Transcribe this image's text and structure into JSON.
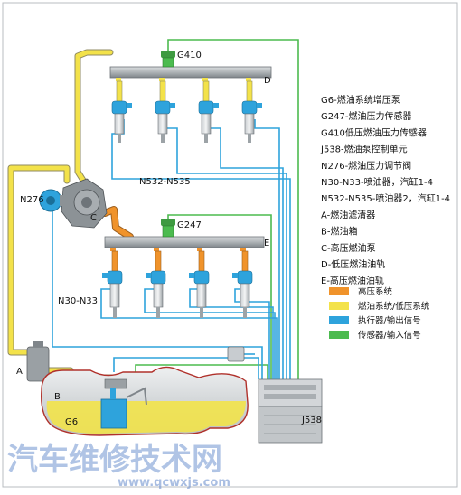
{
  "labels": {
    "G410": "G410",
    "G247": "G247",
    "N276": "N276",
    "N532_N535": "N532-N535",
    "N30_N33": "N30-N33",
    "A": "A",
    "B": "B",
    "C": "C",
    "D": "D",
    "E": "E",
    "G6": "G6",
    "J538": "J538"
  },
  "component_list": [
    "G6-燃油系统增压泵",
    "G247-燃油压力传感器",
    "G410低压燃油压力传感器",
    "J538-燃油泵控制单元",
    "N276-燃油压力调节阀",
    "N30-N33-喷油器，汽缸1-4",
    "N532-N535-喷油器2，汽缸1-4",
    "A-燃油滤清器",
    "B-燃油箱",
    "C-高压燃油泵",
    "D-低压燃油油轨",
    "E-高压燃油油轨"
  ],
  "legend": [
    {
      "label": "高压系统",
      "color": "#f0932b"
    },
    {
      "label": "燃油系统/低压系统",
      "color": "#f3e24a"
    },
    {
      "label": "执行器/输出信号",
      "color": "#2ea3dc"
    },
    {
      "label": "传感器/输入信号",
      "color": "#4cbb4f"
    }
  ],
  "watermark": {
    "title": "汽车维修技术网",
    "url": "www.qcwxjs.com"
  },
  "colors": {
    "high_pressure": "#f0932b",
    "low_pressure": "#f3e24a",
    "actuator": "#2ea3dc",
    "sensor": "#4cbb4f",
    "rail": "#9aa0a4"
  }
}
